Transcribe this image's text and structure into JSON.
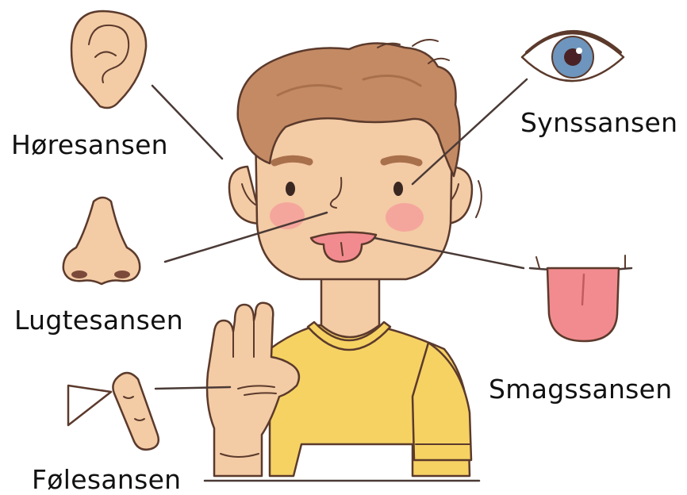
{
  "colors": {
    "skin": "#f3cba5",
    "skin_shadow": "#e2ab85",
    "outline": "#5b3a2c",
    "hair": "#c48a64",
    "hair_dark": "#a9704c",
    "shirt": "#f6d263",
    "cheek": "#f4a09a",
    "tongue": "#f28b8f",
    "iris": "#6d95bd",
    "line": "#4a3a36"
  },
  "labels": {
    "hearing": "Høresansen",
    "sight": "Synssansen",
    "smell": "Lugtesansen",
    "taste": "Smagssansen",
    "touch": "Følesansen"
  },
  "icons": {
    "hearing": "ear-icon",
    "sight": "eye-icon",
    "smell": "nose-icon",
    "taste": "tongue-icon",
    "touch": "finger-icon"
  }
}
